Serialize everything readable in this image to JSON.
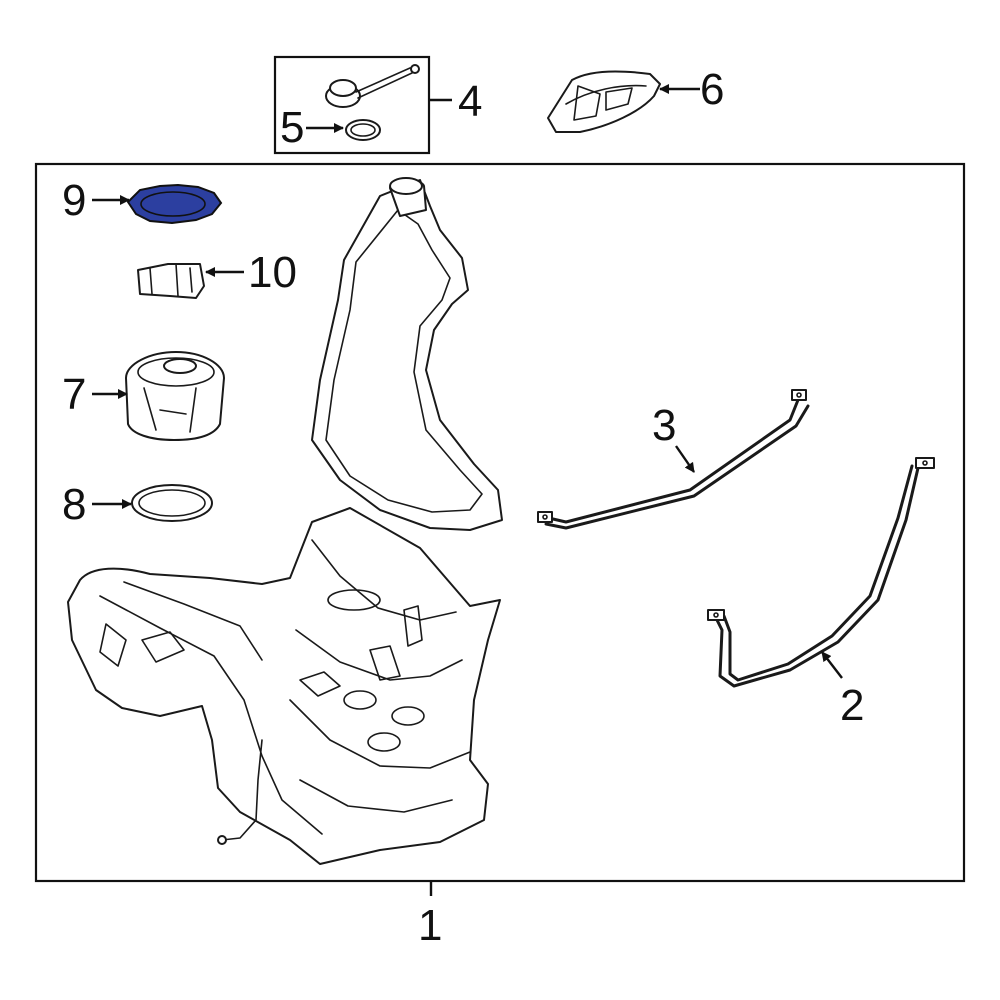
{
  "diagram": {
    "callouts": {
      "c1": "1",
      "c2": "2",
      "c3": "3",
      "c4": "4",
      "c5": "5",
      "c6": "6",
      "c7": "7",
      "c8": "8",
      "c9": "9",
      "c10": "10"
    },
    "highlight_color": "#2c3fa0",
    "line_color": "#1a1a1a"
  }
}
